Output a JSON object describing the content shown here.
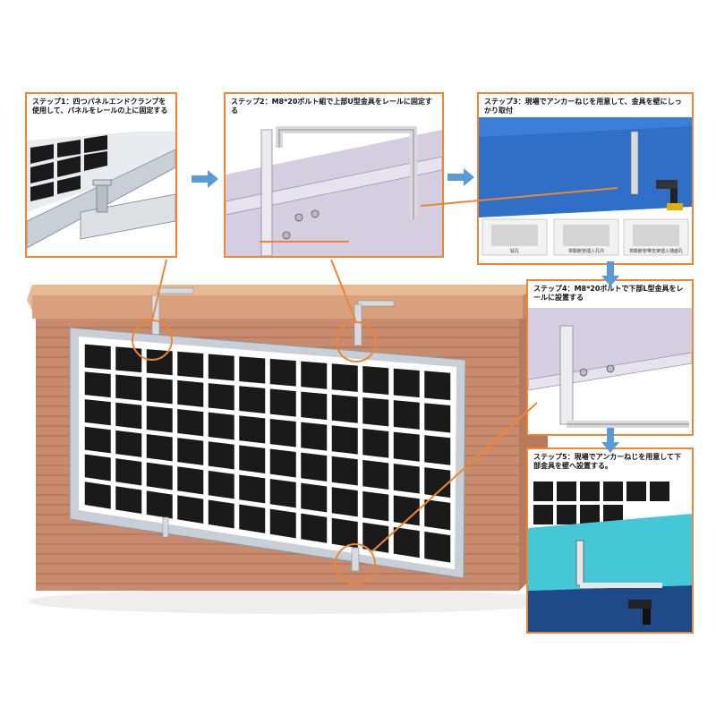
{
  "steps": [
    {
      "id": 1,
      "text": "ステップ1：四つパネルエンドクランプを使用して、パネルをレールの上に固定する"
    },
    {
      "id": 2,
      "text": "ステップ2：M8*20ボルト組で上部U型金具をレールに固定する"
    },
    {
      "id": 3,
      "text": "ステップ3：現場でアンカーねじを用意して、金具を壁にしっかり取付"
    },
    {
      "id": 4,
      "text": "ステップ4：M8*20ボルトで下部L型金具をレールに設置する"
    },
    {
      "id": 5,
      "text": "ステップ5：現場でアンカーねじを用意して下部金具を壁へ設置する。"
    }
  ],
  "step3_sublabels": [
    "钻孔",
    "将膨胀管插入孔内",
    "将膨胀管带支架插入墙面孔"
  ],
  "colors": {
    "callout_orange": "#e8873a",
    "arrow_blue": "#5b9bd5",
    "brick": "#c98b6d",
    "wall_cap": "#d9a07d",
    "panel_frame": "#c9cfd6",
    "cell": "#1a1a1a",
    "blue_wall": "#2f6fc7"
  },
  "icons": [
    "arrow-right-icon",
    "arrow-down-icon",
    "drill-icon"
  ]
}
